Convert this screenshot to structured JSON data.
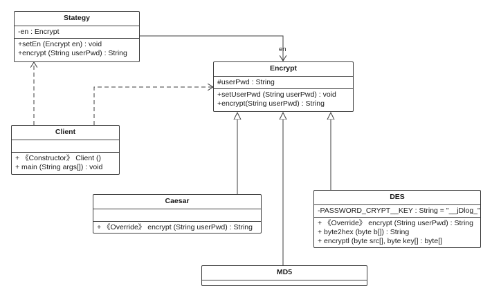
{
  "classes": {
    "stategy": {
      "name": "Stategy",
      "attributes": [
        "-en : Encrypt"
      ],
      "operations": [
        "+setEn (Encrypt en) : void",
        "+encrypt (String userPwd) : String"
      ]
    },
    "encrypt": {
      "name": "Encrypt",
      "attributes": [
        "#userPwd : String"
      ],
      "operations": [
        "+setUserPwd (String userPwd) : void",
        "+encrypt(String userPwd) : String"
      ]
    },
    "client": {
      "name": "Client",
      "attributes": [],
      "operations": [
        "+ 《Constructor》 Client ()",
        "+  main (String args[]) : void"
      ]
    },
    "caesar": {
      "name": "Caesar",
      "attributes": [],
      "operations": [
        "+ 《Override》 encrypt (String userPwd) : String"
      ]
    },
    "des": {
      "name": "DES",
      "attributes": [
        "-PASSWORD_CRYPT__KEY : String = \"__jDlog_\""
      ],
      "operations": [
        "+ 《Override》 encrypt (String userPwd) : String",
        "+  byte2hex (byte b[]) : String",
        "+  encryptl   (byte src[], byte key[] : byte[]"
      ]
    },
    "md5": {
      "name": "MD5"
    }
  },
  "edges": {
    "association_label": "en"
  },
  "colors": {
    "line": "#3b3b3b",
    "text": "#1a1a1a",
    "background": "#ffffff"
  }
}
